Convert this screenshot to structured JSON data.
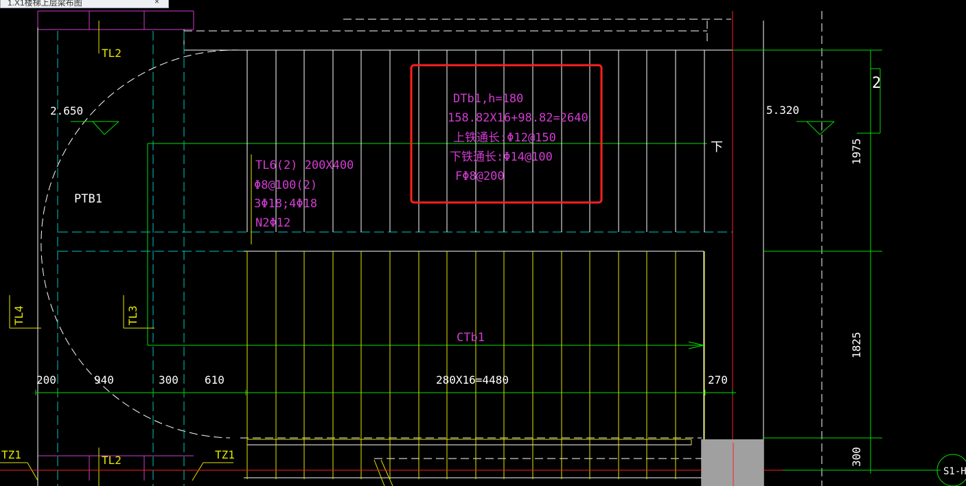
{
  "tab": {
    "title": "1.X1楼梯上层梁布图",
    "close_label": "×"
  },
  "colors": {
    "green": "#00e000",
    "cyan": "#00c8c8",
    "yellow": "#e6e600",
    "magenta": "#d23cd2",
    "white": "#ffffff",
    "red": "#ff2020",
    "gray": "#a0a0a0"
  },
  "annotation": {
    "lines": [
      "DTb1,h=180",
      "158.82X16+98.82=2640",
      "上铁通长:Φ12@150",
      "下铁通长:Φ14@100",
      "FΦ8@200"
    ]
  },
  "beam_tl6": {
    "lines": [
      "TL6(2) 200X400",
      "Φ8@100(2)",
      "3Φ18;4Φ18",
      "N2Φ12"
    ]
  },
  "labels": {
    "tl2_top": "TL2",
    "tl2_bottom": "TL2",
    "tl3": "TL3",
    "tl4": "TL4",
    "tz1_left": "TZ1",
    "tz1_right": "TZ1",
    "ptb1": "PTB1",
    "ctb1": "CTb1",
    "down": "下",
    "elev_left": "2.650",
    "elev_right": "5.320",
    "axis_bubble": "S1-H",
    "section_num": "2"
  },
  "dimensions": {
    "horizontal": [
      "200",
      "940",
      "300",
      "610",
      "280X16=4480",
      "270"
    ],
    "vertical": [
      "1975",
      "1825",
      "300"
    ]
  }
}
